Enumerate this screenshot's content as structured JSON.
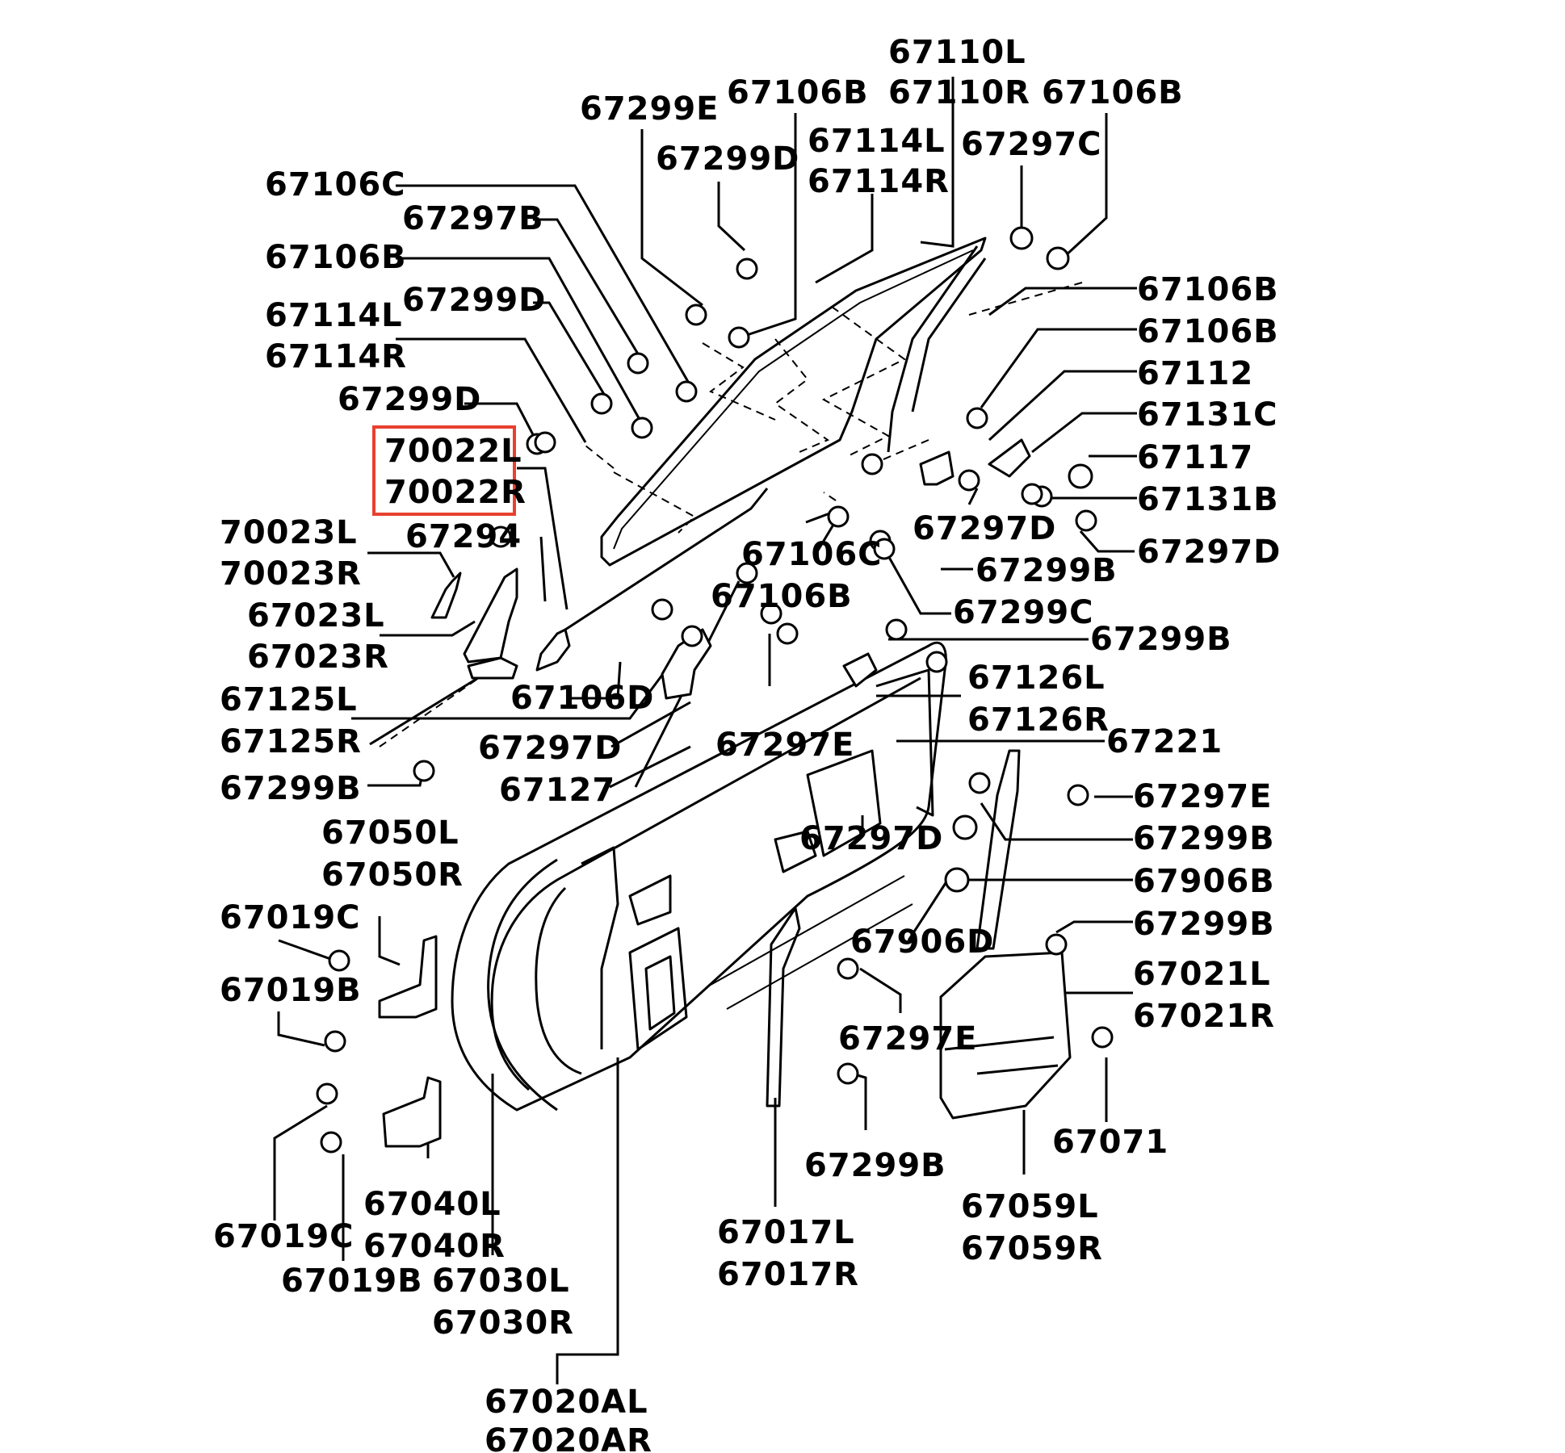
{
  "highlight_color": "#e8402f",
  "highlighted_label_ids": [
    "l_70022L",
    "l_70022R"
  ],
  "labels": [
    {
      "id": "l_67110L",
      "text": "67110L"
    },
    {
      "id": "l_67110R",
      "text": "67110R"
    },
    {
      "id": "l_67106B_top",
      "text": "67106B"
    },
    {
      "id": "l_67106B_topright",
      "text": "67106B"
    },
    {
      "id": "l_67299E",
      "text": "67299E"
    },
    {
      "id": "l_67114L_top",
      "text": "67114L"
    },
    {
      "id": "l_67114R_top",
      "text": "67114R"
    },
    {
      "id": "l_67297C",
      "text": "67297C"
    },
    {
      "id": "l_67299D_top",
      "text": "67299D"
    },
    {
      "id": "l_67106C_left",
      "text": "67106C"
    },
    {
      "id": "l_67297B",
      "text": "67297B"
    },
    {
      "id": "l_67106B_left",
      "text": "67106B"
    },
    {
      "id": "l_67299D_mid",
      "text": "67299D"
    },
    {
      "id": "l_67114L_left",
      "text": "67114L"
    },
    {
      "id": "l_67114R_left",
      "text": "67114R"
    },
    {
      "id": "l_67299D_left",
      "text": "67299D"
    },
    {
      "id": "l_70022L",
      "text": "70022L"
    },
    {
      "id": "l_70022R",
      "text": "70022R"
    },
    {
      "id": "l_70023L",
      "text": "70023L"
    },
    {
      "id": "l_70023R",
      "text": "70023R"
    },
    {
      "id": "l_67294",
      "text": "67294"
    },
    {
      "id": "l_67023L",
      "text": "67023L"
    },
    {
      "id": "l_67023R",
      "text": "67023R"
    },
    {
      "id": "l_67125L",
      "text": "67125L"
    },
    {
      "id": "l_67125R",
      "text": "67125R"
    },
    {
      "id": "l_67299B_left",
      "text": "67299B"
    },
    {
      "id": "l_67106D",
      "text": "67106D"
    },
    {
      "id": "l_67297D_left",
      "text": "67297D"
    },
    {
      "id": "l_67127",
      "text": "67127"
    },
    {
      "id": "l_67297E_mid",
      "text": "67297E"
    },
    {
      "id": "l_67106C_mid",
      "text": "67106C"
    },
    {
      "id": "l_67106B_mid",
      "text": "67106B"
    },
    {
      "id": "l_67297D_center",
      "text": "67297D"
    },
    {
      "id": "l_67106B_r1",
      "text": "67106B"
    },
    {
      "id": "l_67106B_r2",
      "text": "67106B"
    },
    {
      "id": "l_67112",
      "text": "67112"
    },
    {
      "id": "l_67131C",
      "text": "67131C"
    },
    {
      "id": "l_67117",
      "text": "67117"
    },
    {
      "id": "l_67131B",
      "text": "67131B"
    },
    {
      "id": "l_67297D_r",
      "text": "67297D"
    },
    {
      "id": "l_67299B_r1",
      "text": "67299B"
    },
    {
      "id": "l_67299C",
      "text": "67299C"
    },
    {
      "id": "l_67299B_r2",
      "text": "67299B"
    },
    {
      "id": "l_67126L",
      "text": "67126L"
    },
    {
      "id": "l_67126R",
      "text": "67126R"
    },
    {
      "id": "l_67221",
      "text": "67221"
    },
    {
      "id": "l_67297E_r",
      "text": "67297E"
    },
    {
      "id": "l_67299B_r3",
      "text": "67299B"
    },
    {
      "id": "l_67297D_low",
      "text": "67297D"
    },
    {
      "id": "l_67906B",
      "text": "67906B"
    },
    {
      "id": "l_67906D",
      "text": "67906D"
    },
    {
      "id": "l_67299B_r4",
      "text": "67299B"
    },
    {
      "id": "l_67021L",
      "text": "67021L"
    },
    {
      "id": "l_67021R",
      "text": "67021R"
    },
    {
      "id": "l_67297E_low",
      "text": "67297E"
    },
    {
      "id": "l_67050L",
      "text": "67050L"
    },
    {
      "id": "l_67050R",
      "text": "67050R"
    },
    {
      "id": "l_67019C_top",
      "text": "67019C"
    },
    {
      "id": "l_67019B_top",
      "text": "67019B"
    },
    {
      "id": "l_67071",
      "text": "67071"
    },
    {
      "id": "l_67299B_low",
      "text": "67299B"
    },
    {
      "id": "l_67059L",
      "text": "67059L"
    },
    {
      "id": "l_67059R",
      "text": "67059R"
    },
    {
      "id": "l_67040L",
      "text": "67040L"
    },
    {
      "id": "l_67040R",
      "text": "67040R"
    },
    {
      "id": "l_67019C_bot",
      "text": "67019C"
    },
    {
      "id": "l_67019B_bot",
      "text": "67019B"
    },
    {
      "id": "l_67030L",
      "text": "67030L"
    },
    {
      "id": "l_67030R",
      "text": "67030R"
    },
    {
      "id": "l_67017L",
      "text": "67017L"
    },
    {
      "id": "l_67017R",
      "text": "67017R"
    },
    {
      "id": "l_67020AL",
      "text": "67020AL"
    },
    {
      "id": "l_67020AR",
      "text": "67020AR"
    }
  ]
}
